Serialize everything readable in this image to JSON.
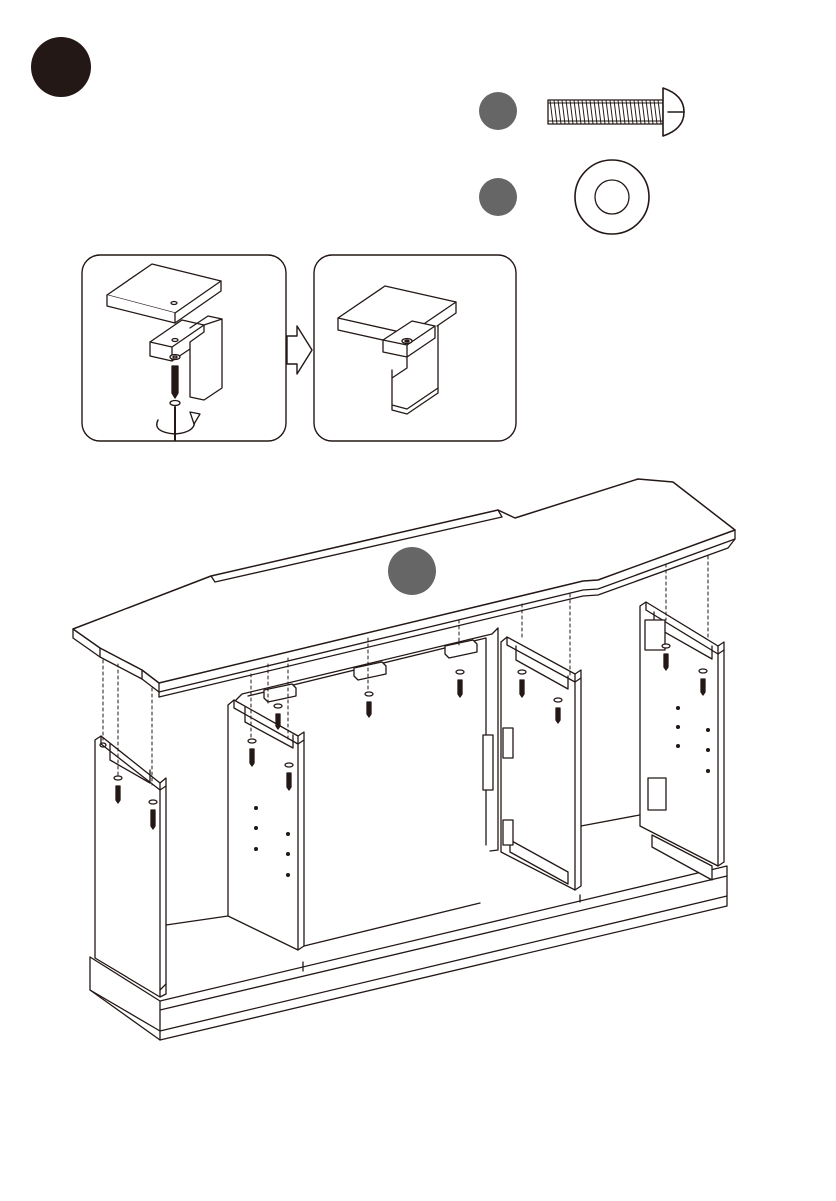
{
  "step": {
    "badge_color": "#231815"
  },
  "parts": [
    {
      "name": "screw-part",
      "badge_color": "#666666",
      "icon": "screw-icon"
    },
    {
      "name": "washer-part",
      "badge_color": "#666666",
      "icon": "washer-icon"
    }
  ],
  "detail_panels": [
    {
      "name": "detail-before",
      "icon": "bracket-screw-insertion-icon"
    },
    {
      "name": "detail-after",
      "icon": "bracket-fastened-icon"
    }
  ],
  "main_illustration": {
    "icon": "tv-stand-exploded-assembly-icon",
    "badge_color": "#666666"
  },
  "colors": {
    "line": "#231815",
    "background": "#ffffff"
  }
}
